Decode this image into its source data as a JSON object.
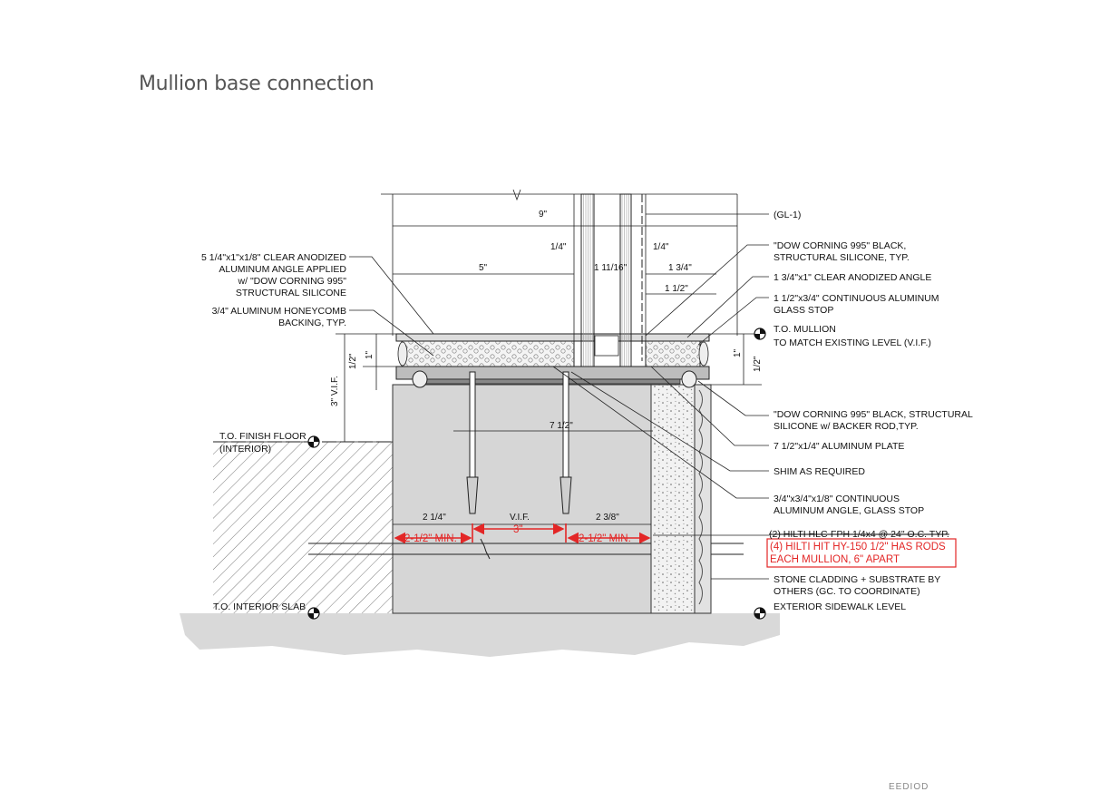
{
  "page": {
    "title": "Mullion base connection"
  },
  "colors": {
    "ink": "#111111",
    "markup_red": "#e32626",
    "concrete": "#d9d9d9",
    "title_gray": "#555555"
  },
  "callouts_left": {
    "angle": [
      "5 1/4\"x1\"x1/8\" CLEAR ANODIZED",
      "ALUMINUM ANGLE APPLIED",
      "w/ \"DOW CORNING 995\"",
      "STRUCTURAL SILICONE"
    ],
    "honeycomb": [
      "3/4\" ALUMINUM HONEYCOMB",
      "BACKING, TYP."
    ],
    "finish_floor": [
      "T.O. FINISH FLOOR",
      "(INTERIOR)"
    ],
    "interior_slab": "T.O. INTERIOR SLAB"
  },
  "callouts_right": {
    "gl1": "(GL-1)",
    "silicone_black": [
      "\"DOW CORNING 995\" BLACK,",
      "STRUCTURAL SILICONE, TYP."
    ],
    "clear_angle": "1 3/4\"x1\" CLEAR ANODIZED ANGLE",
    "glass_stop": [
      "1 1/2\"x3/4\" CONTINUOUS ALUMINUM",
      "GLASS STOP"
    ],
    "to_mullion": [
      "T.O. MULLION",
      "TO MATCH EXISTING LEVEL (V.I.F.)"
    ],
    "backer_rod": [
      "\"DOW CORNING 995\" BLACK, STRUCTURAL",
      "SILICONE w/ BACKER ROD,TYP."
    ],
    "plate": "7 1/2\"x1/4\" ALUMINUM PLATE",
    "shim": "SHIM AS REQUIRED",
    "angle_stop": [
      "3/4\"x3/4\"x1/8\" CONTINUOUS",
      "ALUMINUM ANGLE, GLASS STOP"
    ],
    "hilti_old": "(2) HILTI HLC-FPH 1/4x4 @ 24\" O.C. TYP.",
    "hilti_new": [
      "(4) HILTI HIT HY-150 1/2\" HAS RODS",
      "EACH MULLION, 6\" APART"
    ],
    "stone": [
      "STONE CLADDING + SUBSTRATE BY",
      "OTHERS (GC. TO COORDINATE)"
    ],
    "sidewalk": "EXTERIOR SIDEWALK LEVEL"
  },
  "dimensions": {
    "top_9": "9\"",
    "quarter_left": "1/4\"",
    "quarter_right": "1/4\"",
    "five": "5\"",
    "one_11_16": "1 11/16\"",
    "one_3_4": "1 3/4\"",
    "one_1_2": "1 1/2\"",
    "one_left": "1\"",
    "half_left": "1/2\"",
    "vif_left": "3\" V.I.F.",
    "one_right": "1\"",
    "half_right": "1/2\"",
    "seven_half": "7 1/2\"",
    "two_quarter": "2 1/4\"",
    "vif_mid": "V.I.F.",
    "two_3_8": "2 3/8\""
  },
  "red_dimensions": {
    "left": "2-1/2\" MIN.",
    "middle": "3\"",
    "right": "2-1/2\" MIN."
  },
  "footer_fragment": "EEDIOD"
}
